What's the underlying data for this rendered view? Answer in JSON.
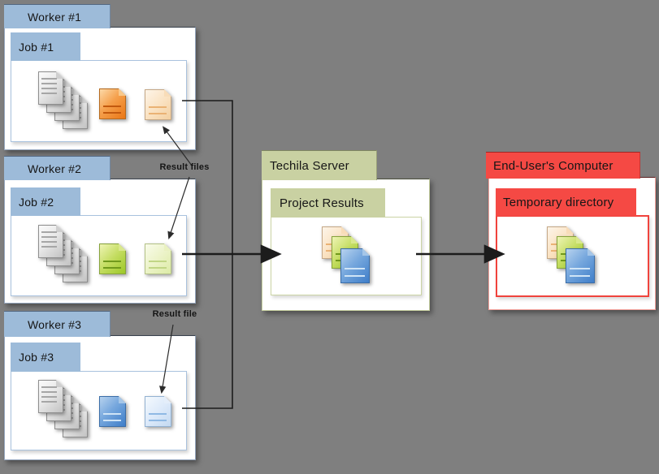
{
  "canvas": {
    "background": "#7f7f7f"
  },
  "workers": [
    {
      "title": "Worker #1",
      "job": {
        "title": "Job #1"
      },
      "icons": {
        "input": "document-stack-gray",
        "result_dark": "document-orange",
        "result_light": "document-peach"
      }
    },
    {
      "title": "Worker #2",
      "job": {
        "title": "Job #2"
      },
      "icons": {
        "input": "document-stack-gray",
        "result_dark": "document-green",
        "result_light": "document-light-green"
      }
    },
    {
      "title": "Worker #3",
      "job": {
        "title": "Job #3"
      },
      "icons": {
        "input": "document-stack-gray",
        "result_dark": "document-blue",
        "result_light": "document-light-blue"
      }
    }
  ],
  "server": {
    "title": "Techila Server",
    "folder": {
      "title": "Project Results",
      "icon": "document-stack-multicolor"
    }
  },
  "end_user": {
    "title": "End-User's Computer",
    "folder": {
      "title": "Temporary directory",
      "icon": "document-stack-multicolor"
    }
  },
  "annotations": {
    "result_files": "Result files",
    "result_file": "Result file"
  },
  "colors": {
    "worker_tab": "#9dbbd9",
    "server_tab": "#c9d1a2",
    "end_user_tab": "#f54944",
    "connector": "#1c1c1c",
    "doc_orange": "#ea7614",
    "doc_peach": "#f3cf9f",
    "doc_green": "#9cc827",
    "doc_light_green": "#dceba6",
    "doc_blue": "#3f7ec9",
    "doc_light_blue": "#c3d9f1",
    "doc_gray": "#d9d9d9"
  }
}
